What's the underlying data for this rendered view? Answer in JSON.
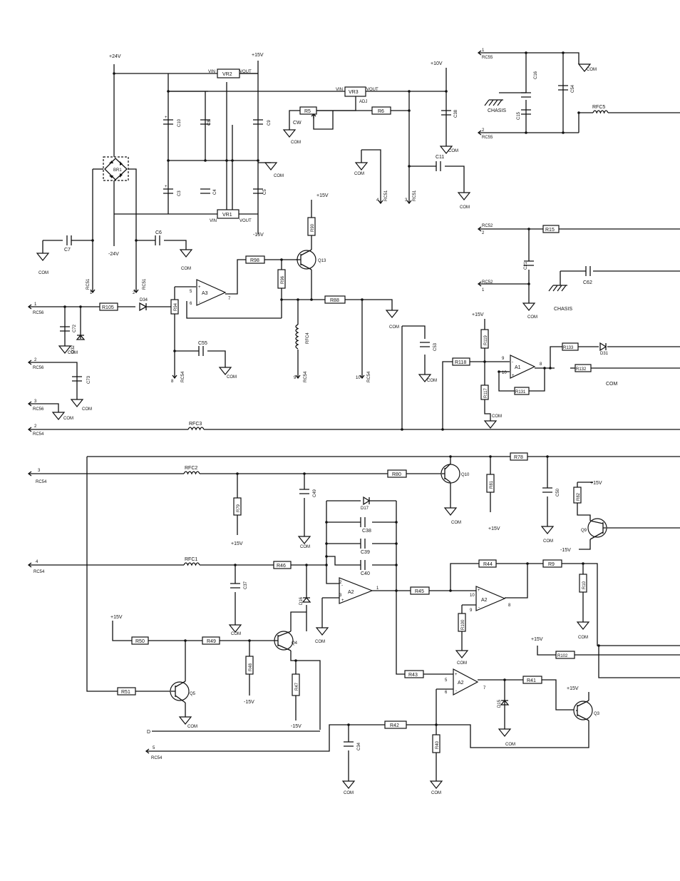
{
  "diagram": {
    "components": {
      "vr2": "VR2",
      "vr1": "VR1",
      "vr3": "VR3",
      "vin": "VIN",
      "vout": "VOUT",
      "adj": "ADJ",
      "br1": "BR1",
      "c10": "C10",
      "c8": "C8",
      "c9": "C9",
      "c3": "C3",
      "c4": "C4",
      "c5": "C5",
      "c7": "C7",
      "c6": "C6",
      "c11": "C11",
      "c38a": "C38",
      "c16": "C16",
      "c15": "C15",
      "c54": "C54",
      "c21": "C21",
      "c62": "C62",
      "r5": "R5",
      "r6": "R6",
      "r90": "R90",
      "r98": "R98",
      "r96": "R96",
      "r94": "R94",
      "r88": "R88",
      "rfc4": "RFC4",
      "a3": "A3",
      "c55": "C55",
      "c72": "C72",
      "c73": "C73",
      "r105": "R105",
      "d34": "D34",
      "d32": "D32",
      "q13": "Q13",
      "c53": "C53",
      "r118": "R118",
      "r119": "R119",
      "r117": "R117",
      "a1": "A1",
      "r131": "R131",
      "r133": "R133",
      "d31": "D31",
      "r132": "R132",
      "r15": "R15",
      "rfc5": "RFC5",
      "rfc3": "RFC3",
      "rfc2": "RFC2",
      "rfc1": "RFC1",
      "r80": "R80",
      "q10": "Q10",
      "r81": "R81",
      "r78": "R78",
      "c50": "C50",
      "r82": "R82",
      "q9": "Q9",
      "r79": "R79",
      "c49": "C49",
      "d17": "D17",
      "c38": "C38",
      "c39": "C39",
      "c40": "C40",
      "a2": "A2",
      "r45": "R45",
      "r44": "R44",
      "r9": "R9",
      "r10": "R10",
      "r100": "R100",
      "r46": "R46",
      "c37": "C37",
      "d16": "D16",
      "q4": "Q4",
      "r50": "R50",
      "r49": "R49",
      "r48": "R48",
      "r47": "R47",
      "r51": "R51",
      "q5": "Q5",
      "r43": "R43",
      "r41": "R41",
      "d15": "D15",
      "q3": "Q3",
      "r42": "R42",
      "c34": "C34",
      "r40": "R40",
      "r102": "R102"
    },
    "nets": {
      "p24": "+24V",
      "n24": "-24V",
      "p15": "+15V",
      "n15": "-15V",
      "p10": "+10V",
      "com": "COM",
      "chasis": "CHASIS",
      "cw": "CW",
      "d": "D",
      "rc51": "RC51",
      "rc54": "RC54",
      "rc55": "RC55",
      "rc56": "RC56",
      "rc52": "RC52"
    },
    "pins": {
      "p1": "1",
      "p2": "2",
      "p3": "3",
      "p4": "4",
      "p5": "5",
      "p6": "6",
      "p7": "7",
      "p8": "8",
      "p9": "9",
      "p10": "10",
      "plus": "+",
      "minus": "-"
    }
  }
}
